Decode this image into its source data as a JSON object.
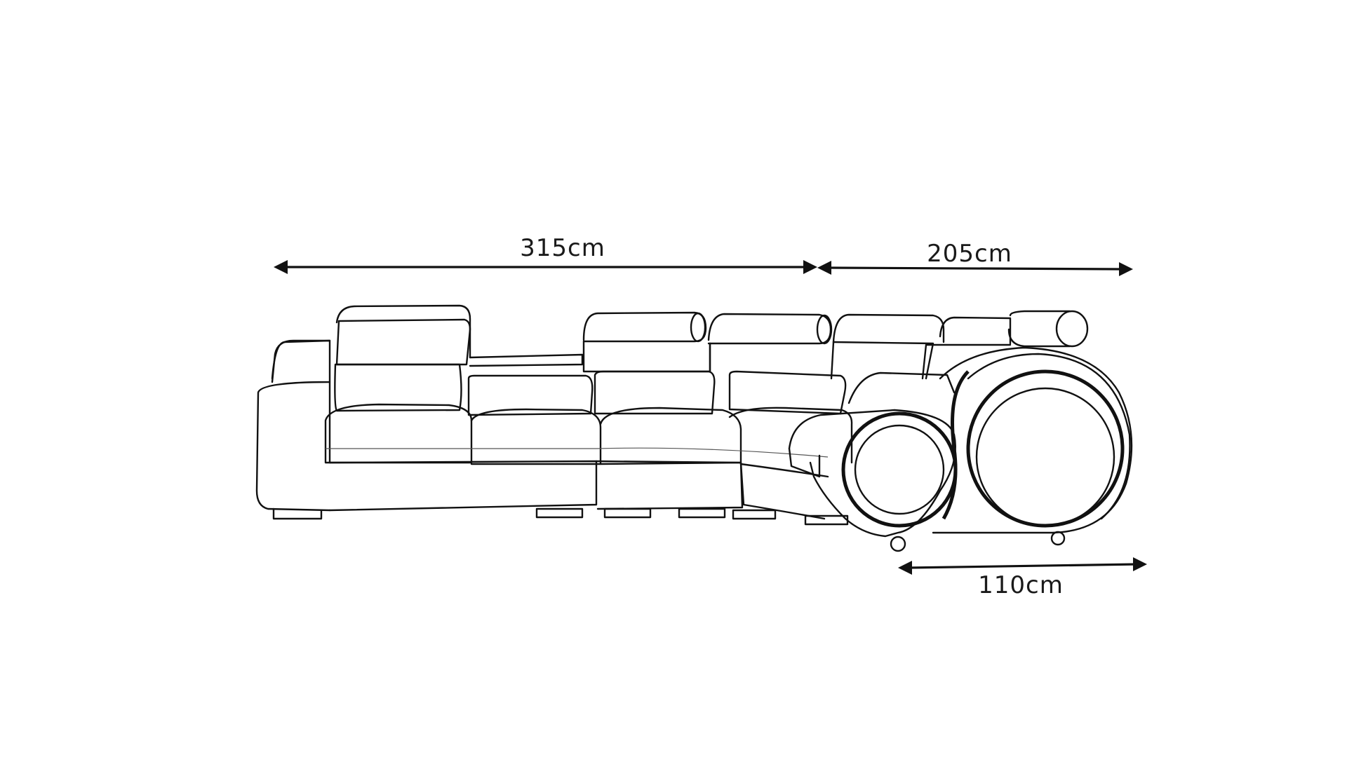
{
  "dimensions": {
    "width_main": "315cm",
    "width_corner": "205cm",
    "depth_recliner": "110cm"
  },
  "colors": {
    "line": "#111111",
    "background": "#ffffff"
  }
}
